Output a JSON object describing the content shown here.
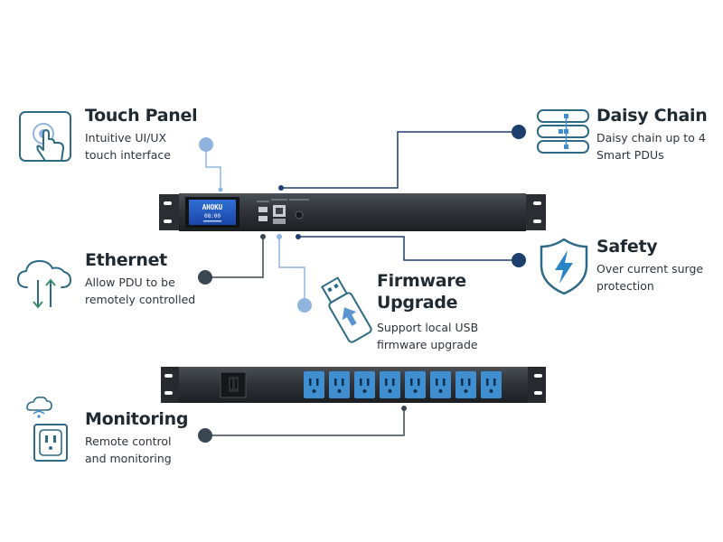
{
  "features": {
    "touch_panel": {
      "title": "Touch Panel",
      "desc1": "Intuitive UI/UX",
      "desc2": "touch interface"
    },
    "daisy_chain": {
      "title": "Daisy Chain",
      "desc1": "Daisy chain up to 4",
      "desc2": "Smart PDUs"
    },
    "ethernet": {
      "title": "Ethernet",
      "desc1": "Allow PDU to be",
      "desc2": "remotely controlled"
    },
    "safety": {
      "title": "Safety",
      "desc1": "Over current surge",
      "desc2": "protection"
    },
    "firmware": {
      "title1": "Firmware",
      "title2": "Upgrade",
      "desc1": "Support local USB",
      "desc2": "firmware upgrade"
    },
    "monitoring": {
      "title": "Monitoring",
      "desc1": "Remote control",
      "desc2": "and monitoring"
    }
  },
  "device": {
    "brand": "AHOKU",
    "time": "08:00"
  },
  "colors": {
    "navy": "#1c3f6e",
    "light_blue": "#8fb5de",
    "dark_gray": "#3a4652",
    "outlet_blue": "#3f8fd0",
    "icon_teal": "#2e6a86"
  },
  "icons": [
    "touch-icon",
    "daisy-chain-icon",
    "cloud-network-icon",
    "shield-bolt-icon",
    "usb-drive-icon",
    "wifi-outlet-icon"
  ]
}
